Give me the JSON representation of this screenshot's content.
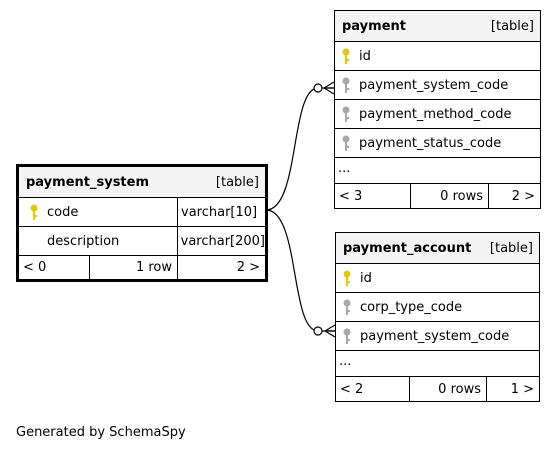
{
  "tables": {
    "payment": {
      "name": "payment",
      "kind": "[table]",
      "columns": [
        {
          "name": "id",
          "key": "primary"
        },
        {
          "name": "payment_system_code",
          "key": "foreign"
        },
        {
          "name": "payment_method_code",
          "key": "foreign"
        },
        {
          "name": "payment_status_code",
          "key": "foreign"
        }
      ],
      "more": "...",
      "footer": {
        "parents": "< 3",
        "rows": "0 rows",
        "children": "2 >"
      }
    },
    "payment_system": {
      "name": "payment_system",
      "kind": "[table]",
      "columns": [
        {
          "name": "code",
          "key": "primary",
          "type": "varchar[10]"
        },
        {
          "name": "description",
          "key": "none",
          "type": "varchar[200]"
        }
      ],
      "footer": {
        "parents": "< 0",
        "rows": "1 row",
        "children": "2 >"
      }
    },
    "payment_account": {
      "name": "payment_account",
      "kind": "[table]",
      "columns": [
        {
          "name": "id",
          "key": "primary"
        },
        {
          "name": "corp_type_code",
          "key": "foreign"
        },
        {
          "name": "payment_system_code",
          "key": "foreign"
        }
      ],
      "more": "...",
      "footer": {
        "parents": "< 2",
        "rows": "0 rows",
        "children": "1 >"
      }
    }
  },
  "relationships": [
    {
      "from": "payment_system.code",
      "to": "payment.payment_system_code"
    },
    {
      "from": "payment_system.code",
      "to": "payment_account.payment_system_code"
    }
  ],
  "colors": {
    "primary_key": "#e6c800",
    "foreign_key": "#a8a8a8",
    "header_bg": "#f4f4f4"
  },
  "footer_text": "Generated by SchemaSpy"
}
